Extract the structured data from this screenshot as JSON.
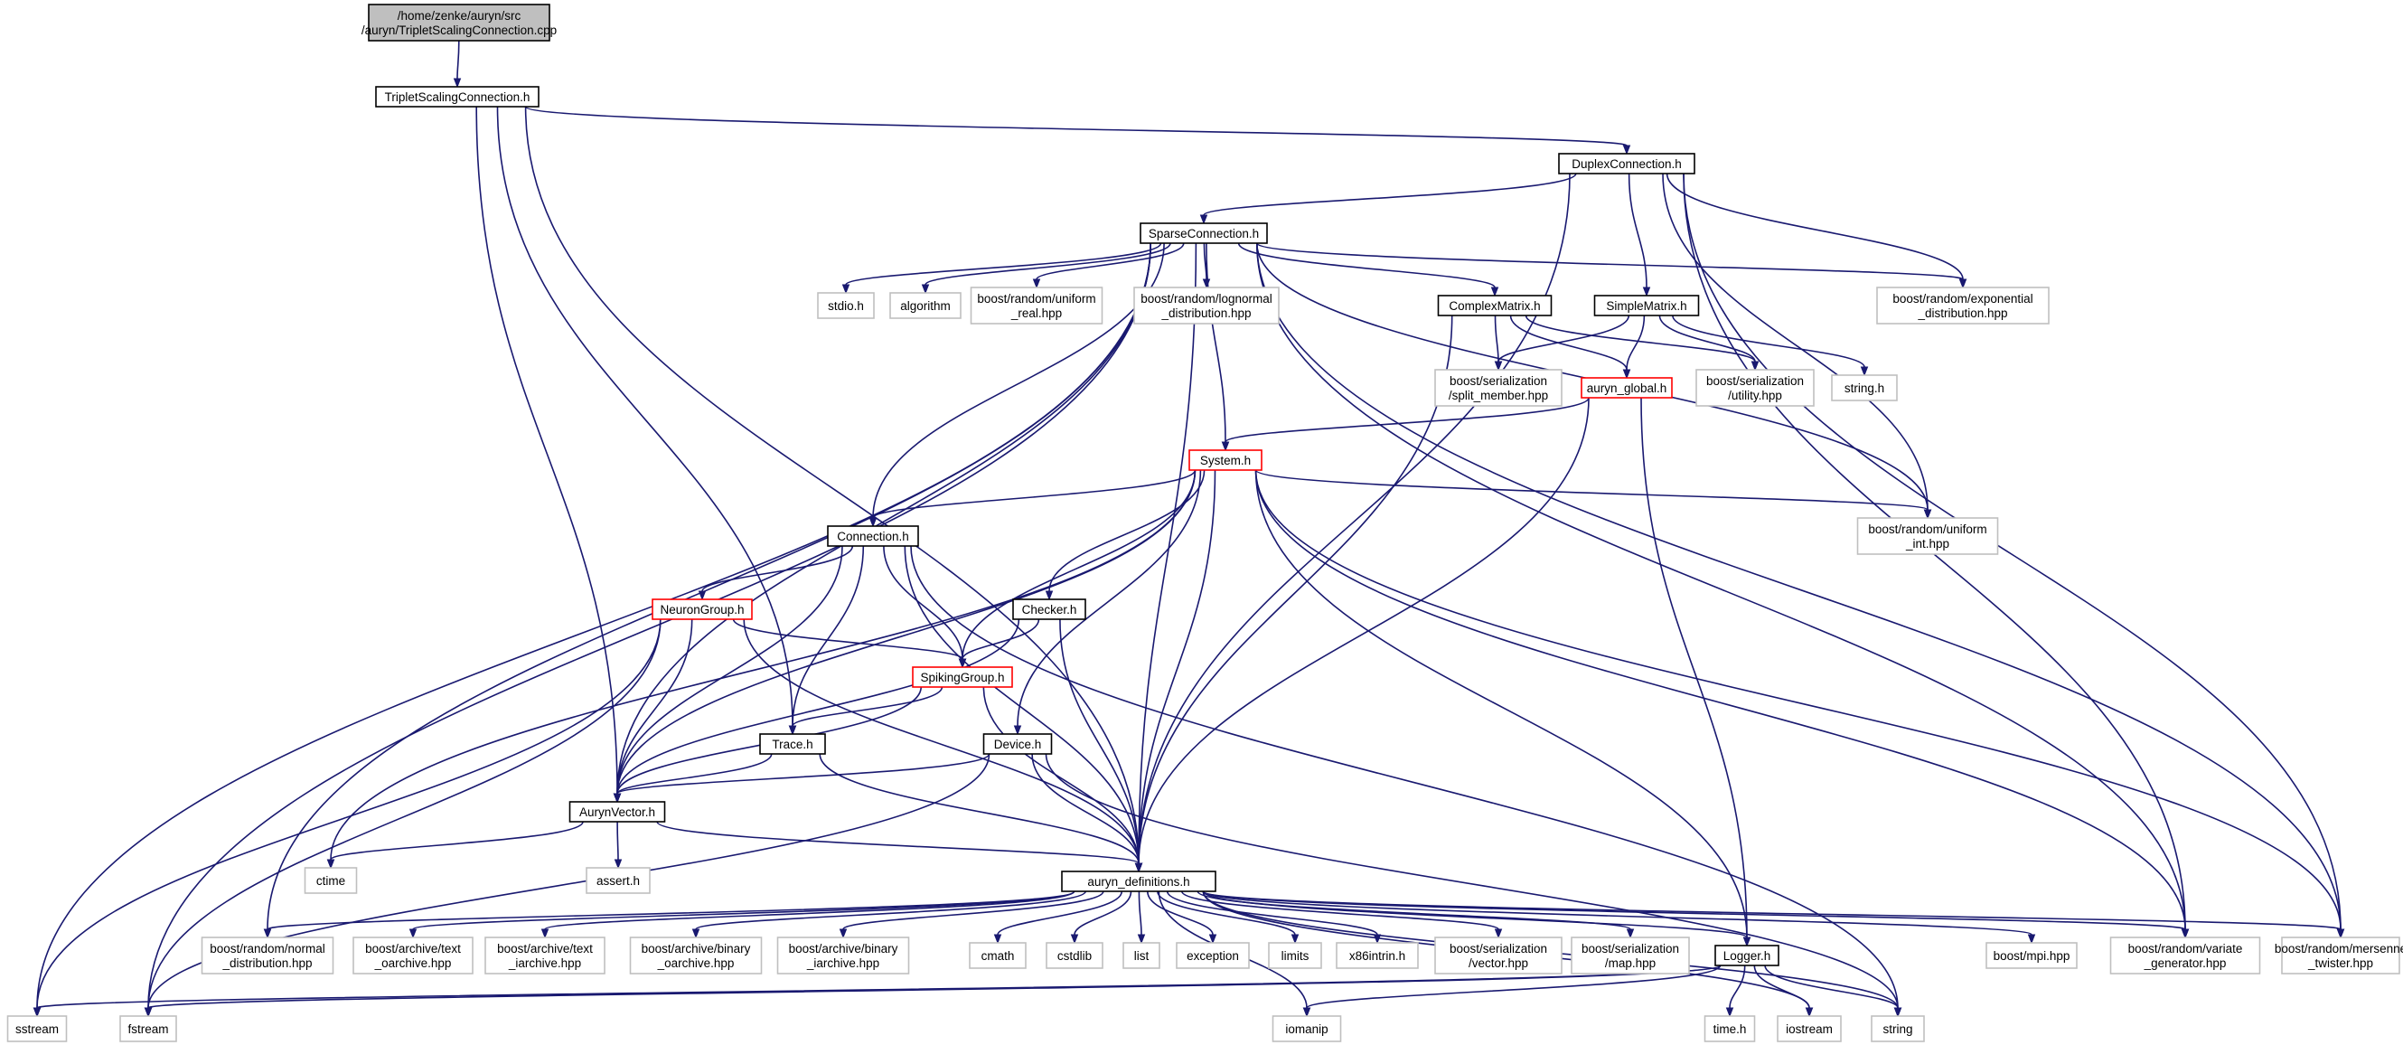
{
  "graph": {
    "edge_color": "#191970",
    "colors": {
      "root_fill": "#bfbfbf",
      "documented_border": "#000000",
      "truncated_border": "#ff0000",
      "external_border": "#bfbfbf"
    },
    "nodes": [
      {
        "id": "root",
        "lines": [
          "/home/zenke/auryn/src",
          "/auryn/TripletScalingConnection.cpp"
        ],
        "style": "root"
      },
      {
        "id": "tsc",
        "lines": [
          "TripletScalingConnection.h"
        ],
        "style": "doc"
      },
      {
        "id": "duplex",
        "lines": [
          "DuplexConnection.h"
        ],
        "style": "doc"
      },
      {
        "id": "sparse",
        "lines": [
          "SparseConnection.h"
        ],
        "style": "doc"
      },
      {
        "id": "stdio",
        "lines": [
          "stdio.h"
        ],
        "style": "ext"
      },
      {
        "id": "algorithm",
        "lines": [
          "algorithm"
        ],
        "style": "ext"
      },
      {
        "id": "ureal",
        "lines": [
          "boost/random/uniform",
          "_real.hpp"
        ],
        "style": "ext"
      },
      {
        "id": "lognormal",
        "lines": [
          "boost/random/lognormal",
          "_distribution.hpp"
        ],
        "style": "ext"
      },
      {
        "id": "complex",
        "lines": [
          "ComplexMatrix.h"
        ],
        "style": "doc"
      },
      {
        "id": "simple",
        "lines": [
          "SimpleMatrix.h"
        ],
        "style": "doc"
      },
      {
        "id": "expdist",
        "lines": [
          "boost/random/exponential",
          "_distribution.hpp"
        ],
        "style": "ext"
      },
      {
        "id": "splitmember",
        "lines": [
          "boost/serialization",
          "/split_member.hpp"
        ],
        "style": "ext"
      },
      {
        "id": "global",
        "lines": [
          "auryn_global.h"
        ],
        "style": "red"
      },
      {
        "id": "utility",
        "lines": [
          "boost/serialization",
          "/utility.hpp"
        ],
        "style": "ext"
      },
      {
        "id": "stringh",
        "lines": [
          "string.h"
        ],
        "style": "ext"
      },
      {
        "id": "system",
        "lines": [
          "System.h"
        ],
        "style": "red"
      },
      {
        "id": "uint",
        "lines": [
          "boost/random/uniform",
          "_int.hpp"
        ],
        "style": "ext"
      },
      {
        "id": "connection",
        "lines": [
          "Connection.h"
        ],
        "style": "doc"
      },
      {
        "id": "neurongroup",
        "lines": [
          "NeuronGroup.h"
        ],
        "style": "red"
      },
      {
        "id": "checker",
        "lines": [
          "Checker.h"
        ],
        "style": "doc"
      },
      {
        "id": "spiking",
        "lines": [
          "SpikingGroup.h"
        ],
        "style": "red"
      },
      {
        "id": "trace",
        "lines": [
          "Trace.h"
        ],
        "style": "doc"
      },
      {
        "id": "device",
        "lines": [
          "Device.h"
        ],
        "style": "doc"
      },
      {
        "id": "vector",
        "lines": [
          "AurynVector.h"
        ],
        "style": "doc"
      },
      {
        "id": "ctime",
        "lines": [
          "ctime"
        ],
        "style": "ext"
      },
      {
        "id": "asserth",
        "lines": [
          "assert.h"
        ],
        "style": "ext"
      },
      {
        "id": "defs",
        "lines": [
          "auryn_definitions.h"
        ],
        "style": "doc"
      },
      {
        "id": "normal",
        "lines": [
          "boost/random/normal",
          "_distribution.hpp"
        ],
        "style": "ext"
      },
      {
        "id": "text_o",
        "lines": [
          "boost/archive/text",
          "_oarchive.hpp"
        ],
        "style": "ext"
      },
      {
        "id": "text_i",
        "lines": [
          "boost/archive/text",
          "_iarchive.hpp"
        ],
        "style": "ext"
      },
      {
        "id": "bin_o",
        "lines": [
          "boost/archive/binary",
          "_oarchive.hpp"
        ],
        "style": "ext"
      },
      {
        "id": "bin_i",
        "lines": [
          "boost/archive/binary",
          "_iarchive.hpp"
        ],
        "style": "ext"
      },
      {
        "id": "cmath",
        "lines": [
          "cmath"
        ],
        "style": "ext"
      },
      {
        "id": "cstdlib",
        "lines": [
          "cstdlib"
        ],
        "style": "ext"
      },
      {
        "id": "list",
        "lines": [
          "list"
        ],
        "style": "ext"
      },
      {
        "id": "exception",
        "lines": [
          "exception"
        ],
        "style": "ext"
      },
      {
        "id": "limits",
        "lines": [
          "limits"
        ],
        "style": "ext"
      },
      {
        "id": "x86",
        "lines": [
          "x86intrin.h"
        ],
        "style": "ext"
      },
      {
        "id": "svector",
        "lines": [
          "boost/serialization",
          "/vector.hpp"
        ],
        "style": "ext"
      },
      {
        "id": "smap",
        "lines": [
          "boost/serialization",
          "/map.hpp"
        ],
        "style": "ext"
      },
      {
        "id": "logger",
        "lines": [
          "Logger.h"
        ],
        "style": "doc"
      },
      {
        "id": "mpi",
        "lines": [
          "boost/mpi.hpp"
        ],
        "style": "ext"
      },
      {
        "id": "variate",
        "lines": [
          "boost/random/variate",
          "_generator.hpp"
        ],
        "style": "ext"
      },
      {
        "id": "mersenne",
        "lines": [
          "boost/random/mersenne",
          "_twister.hpp"
        ],
        "style": "ext"
      },
      {
        "id": "sstream",
        "lines": [
          "sstream"
        ],
        "style": "ext"
      },
      {
        "id": "fstream",
        "lines": [
          "fstream"
        ],
        "style": "ext"
      },
      {
        "id": "iomanip",
        "lines": [
          "iomanip"
        ],
        "style": "ext"
      },
      {
        "id": "timeh",
        "lines": [
          "time.h"
        ],
        "style": "ext"
      },
      {
        "id": "iostream",
        "lines": [
          "iostream"
        ],
        "style": "ext"
      },
      {
        "id": "string",
        "lines": [
          "string"
        ],
        "style": "ext"
      }
    ],
    "edges": [
      [
        "root",
        "tsc"
      ],
      [
        "tsc",
        "duplex"
      ],
      [
        "tsc",
        "vector"
      ],
      [
        "tsc",
        "trace"
      ],
      [
        "tsc",
        "defs"
      ],
      [
        "duplex",
        "sparse"
      ],
      [
        "duplex",
        "simple"
      ],
      [
        "duplex",
        "expdist"
      ],
      [
        "duplex",
        "uint"
      ],
      [
        "duplex",
        "variate"
      ],
      [
        "duplex",
        "mersenne"
      ],
      [
        "duplex",
        "defs"
      ],
      [
        "sparse",
        "stdio"
      ],
      [
        "sparse",
        "algorithm"
      ],
      [
        "sparse",
        "ureal"
      ],
      [
        "sparse",
        "lognormal"
      ],
      [
        "sparse",
        "complex"
      ],
      [
        "sparse",
        "expdist"
      ],
      [
        "sparse",
        "system"
      ],
      [
        "sparse",
        "connection"
      ],
      [
        "sparse",
        "vector"
      ],
      [
        "sparse",
        "defs"
      ],
      [
        "sparse",
        "uint"
      ],
      [
        "sparse",
        "variate"
      ],
      [
        "sparse",
        "mersenne"
      ],
      [
        "sparse",
        "sstream"
      ],
      [
        "sparse",
        "fstream"
      ],
      [
        "sparse",
        "normal"
      ],
      [
        "complex",
        "splitmember"
      ],
      [
        "complex",
        "global"
      ],
      [
        "complex",
        "utility"
      ],
      [
        "complex",
        "defs"
      ],
      [
        "simple",
        "splitmember"
      ],
      [
        "simple",
        "global"
      ],
      [
        "simple",
        "utility"
      ],
      [
        "simple",
        "stringh"
      ],
      [
        "global",
        "system"
      ],
      [
        "global",
        "defs"
      ],
      [
        "global",
        "logger"
      ],
      [
        "system",
        "connection"
      ],
      [
        "system",
        "uint"
      ],
      [
        "system",
        "spiking"
      ],
      [
        "system",
        "checker"
      ],
      [
        "system",
        "device"
      ],
      [
        "system",
        "vector"
      ],
      [
        "system",
        "defs"
      ],
      [
        "system",
        "logger"
      ],
      [
        "system",
        "ctime"
      ],
      [
        "system",
        "mersenne"
      ],
      [
        "system",
        "variate"
      ],
      [
        "connection",
        "neurongroup"
      ],
      [
        "connection",
        "spiking"
      ],
      [
        "connection",
        "trace"
      ],
      [
        "connection",
        "vector"
      ],
      [
        "connection",
        "defs"
      ],
      [
        "connection",
        "string"
      ],
      [
        "neurongroup",
        "spiking"
      ],
      [
        "neurongroup",
        "vector"
      ],
      [
        "neurongroup",
        "defs"
      ],
      [
        "neurongroup",
        "sstream"
      ],
      [
        "neurongroup",
        "fstream"
      ],
      [
        "checker",
        "spiking"
      ],
      [
        "checker",
        "vector"
      ],
      [
        "checker",
        "defs"
      ],
      [
        "spiking",
        "trace"
      ],
      [
        "spiking",
        "vector"
      ],
      [
        "spiking",
        "defs"
      ],
      [
        "trace",
        "vector"
      ],
      [
        "trace",
        "defs"
      ],
      [
        "device",
        "vector"
      ],
      [
        "device",
        "defs"
      ],
      [
        "device",
        "fstream"
      ],
      [
        "device",
        "string"
      ],
      [
        "vector",
        "ctime"
      ],
      [
        "vector",
        "asserth"
      ],
      [
        "vector",
        "defs"
      ],
      [
        "defs",
        "normal"
      ],
      [
        "defs",
        "text_o"
      ],
      [
        "defs",
        "text_i"
      ],
      [
        "defs",
        "bin_o"
      ],
      [
        "defs",
        "bin_i"
      ],
      [
        "defs",
        "cmath"
      ],
      [
        "defs",
        "cstdlib"
      ],
      [
        "defs",
        "list"
      ],
      [
        "defs",
        "exception"
      ],
      [
        "defs",
        "limits"
      ],
      [
        "defs",
        "x86"
      ],
      [
        "defs",
        "svector"
      ],
      [
        "defs",
        "smap"
      ],
      [
        "defs",
        "logger"
      ],
      [
        "defs",
        "mpi"
      ],
      [
        "defs",
        "variate"
      ],
      [
        "defs",
        "mersenne"
      ],
      [
        "defs",
        "iomanip"
      ],
      [
        "defs",
        "iostream"
      ],
      [
        "defs",
        "string"
      ],
      [
        "logger",
        "sstream"
      ],
      [
        "logger",
        "fstream"
      ],
      [
        "logger",
        "iomanip"
      ],
      [
        "logger",
        "timeh"
      ],
      [
        "logger",
        "iostream"
      ],
      [
        "logger",
        "string"
      ]
    ]
  }
}
